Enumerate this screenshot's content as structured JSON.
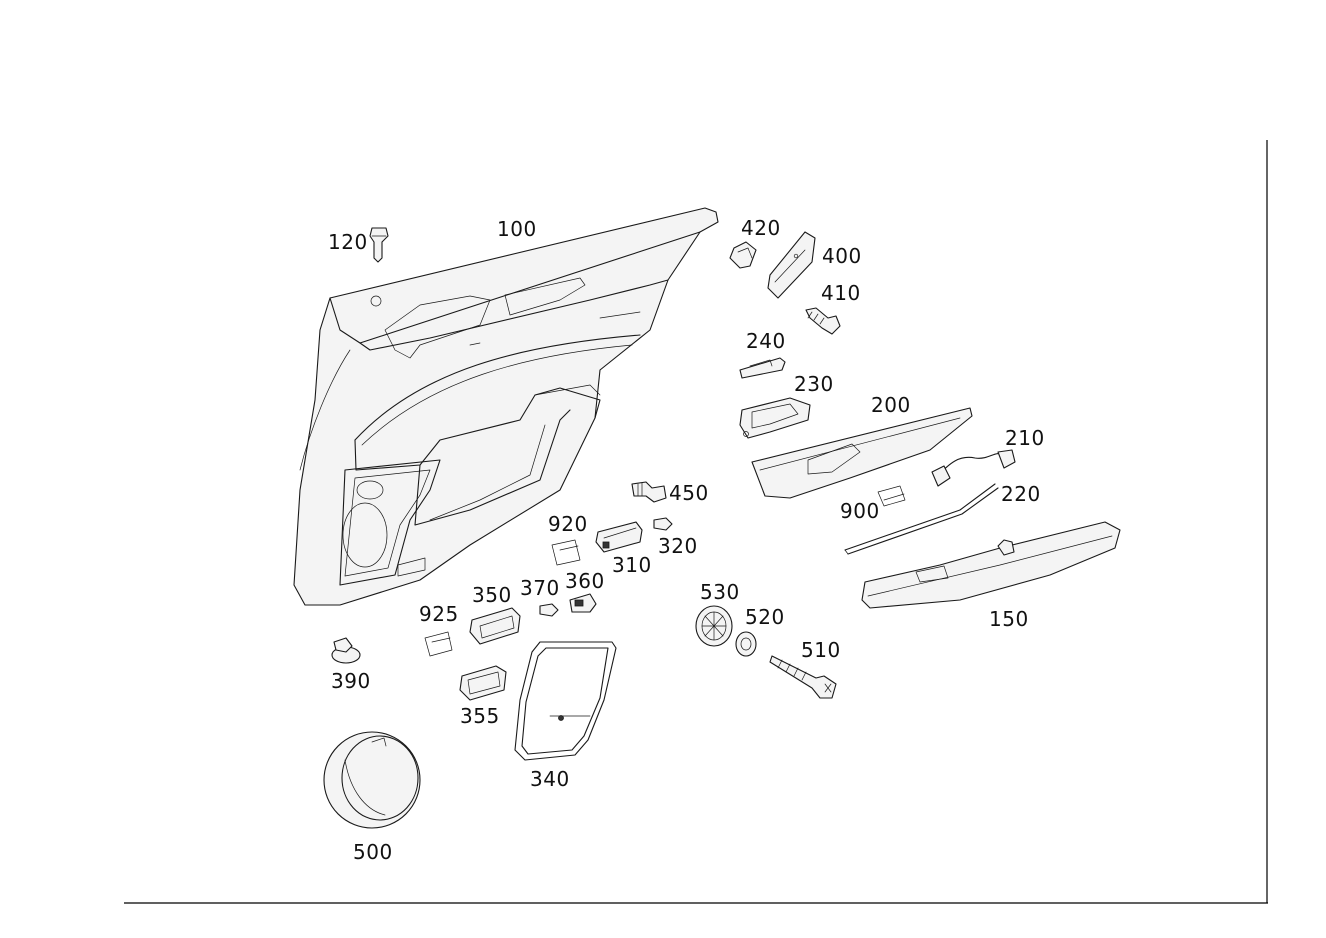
{
  "diagram": {
    "callouts": [
      {
        "id": "p100",
        "label": "100"
      },
      {
        "id": "p120",
        "label": "120"
      },
      {
        "id": "p150",
        "label": "150"
      },
      {
        "id": "p200",
        "label": "200"
      },
      {
        "id": "p210",
        "label": "210"
      },
      {
        "id": "p220",
        "label": "220"
      },
      {
        "id": "p230",
        "label": "230"
      },
      {
        "id": "p240",
        "label": "240"
      },
      {
        "id": "p310",
        "label": "310"
      },
      {
        "id": "p320",
        "label": "320"
      },
      {
        "id": "p340",
        "label": "340"
      },
      {
        "id": "p350",
        "label": "350"
      },
      {
        "id": "p355",
        "label": "355"
      },
      {
        "id": "p360",
        "label": "360"
      },
      {
        "id": "p370",
        "label": "370"
      },
      {
        "id": "p390",
        "label": "390"
      },
      {
        "id": "p400",
        "label": "400"
      },
      {
        "id": "p410",
        "label": "410"
      },
      {
        "id": "p420",
        "label": "420"
      },
      {
        "id": "p450",
        "label": "450"
      },
      {
        "id": "p500",
        "label": "500"
      },
      {
        "id": "p510",
        "label": "510"
      },
      {
        "id": "p520",
        "label": "520"
      },
      {
        "id": "p530",
        "label": "530"
      },
      {
        "id": "p900",
        "label": "900"
      },
      {
        "id": "p920",
        "label": "920"
      },
      {
        "id": "p925",
        "label": "925"
      }
    ]
  }
}
